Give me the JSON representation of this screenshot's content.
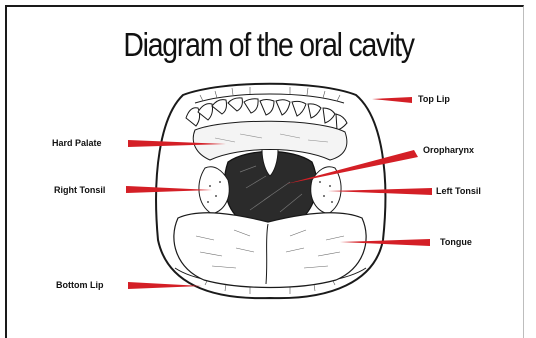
{
  "title": "Diagram of the oral cavity",
  "labels": {
    "top_lip": "Top Lip",
    "hard_palate": "Hard Palate",
    "oropharynx": "Oropharynx",
    "right_tonsil": "Right Tonsil",
    "left_tonsil": "Left Tonsil",
    "tongue": "Tongue",
    "bottom_lip": "Bottom Lip"
  },
  "colors": {
    "arrow": "#d41f26",
    "ink": "#1a1a1a",
    "throat": "#2b2b2b"
  }
}
